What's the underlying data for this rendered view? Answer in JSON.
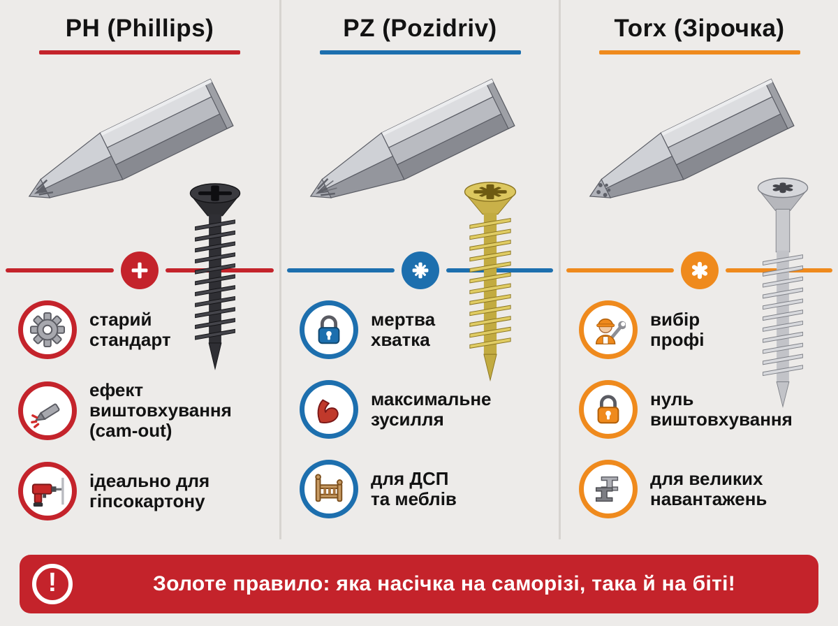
{
  "page": {
    "background": "#edebe9"
  },
  "columns": [
    {
      "title": "PH (Phillips)",
      "accent": "#c4232b",
      "divider_icon": "phillips-cross-icon",
      "bit_image": "phillips-bit",
      "screw_image": "black-drywall-screw",
      "features": [
        {
          "icon": "gear-icon",
          "text": "старий\nстандарт"
        },
        {
          "icon": "cam-out-icon",
          "text": "ефект\nвиштовхування\n(cam-out)"
        },
        {
          "icon": "drill-icon",
          "text": "ідеально для\nгіпсокартону"
        }
      ]
    },
    {
      "title": "PZ (Pozidriv)",
      "accent": "#1d6fae",
      "divider_icon": "pozidriv-star-icon",
      "bit_image": "pozidriv-bit",
      "screw_image": "yellow-chipboard-screw",
      "features": [
        {
          "icon": "padlock-icon",
          "text": "мертва\nхватка"
        },
        {
          "icon": "bicep-icon",
          "text": "максимальне\nзусилля"
        },
        {
          "icon": "furniture-icon",
          "text": "для ДСП\nта меблів"
        }
      ]
    },
    {
      "title": "Torx (Зірочка)",
      "accent": "#ef8a1d",
      "divider_icon": "torx-star-icon",
      "bit_image": "torx-bit",
      "screw_image": "silver-torx-screw",
      "features": [
        {
          "icon": "worker-icon",
          "text": "вибір\nпрофі"
        },
        {
          "icon": "padlock-icon",
          "text": "нуль\nвиштовхування"
        },
        {
          "icon": "steel-beam-icon",
          "text": "для великих\nнавантажень"
        }
      ]
    }
  ],
  "banner": {
    "icon": "exclamation-icon",
    "icon_glyph": "!",
    "text": "Золоте правило: яка насічка на саморізі, така й на біті!",
    "background": "#c4232b"
  }
}
